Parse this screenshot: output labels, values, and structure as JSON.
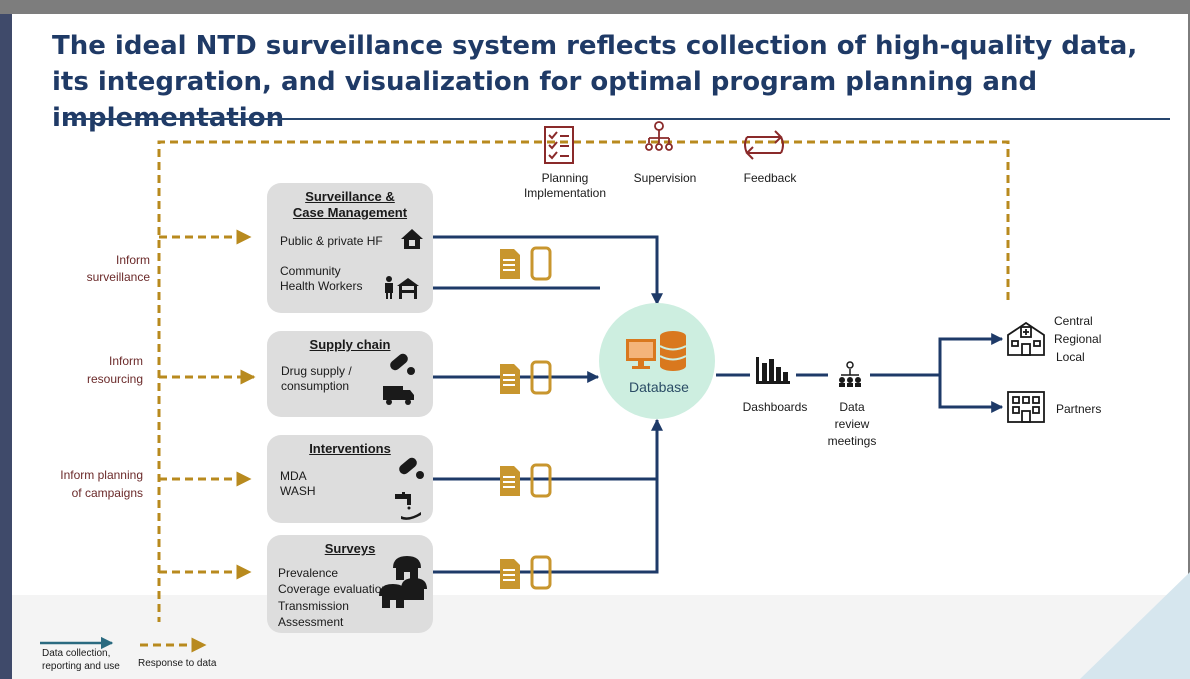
{
  "title": "The ideal NTD surveillance system reflects collection of high-quality data, its integration, and visualization for optimal program planning and implementation",
  "feedback_loop": {
    "planning_line1": "Planning",
    "planning_line2": "Implementation",
    "supervision": "Supervision",
    "feedback": "Feedback"
  },
  "inform": {
    "surveillance_line1": "Inform",
    "surveillance_line2": "surveillance",
    "resourcing_line1": "Inform",
    "resourcing_line2": "resourcing",
    "campaigns_line1": "Inform planning",
    "campaigns_line2": "of campaigns"
  },
  "boxes": {
    "surveillance": {
      "title_line1": "Surveillance &",
      "title_line2": "Case Management",
      "item1": "Public & private HF",
      "item2_line1": "Community",
      "item2_line2": "Health Workers"
    },
    "supply": {
      "title": "Supply chain",
      "item1_line1": "Drug supply /",
      "item1_line2": "consumption"
    },
    "interventions": {
      "title": "Interventions",
      "item1": "MDA",
      "item2": "WASH"
    },
    "surveys": {
      "title": "Surveys",
      "item1": "Prevalence",
      "item2": "Coverage evaluation",
      "item3": "Transmission",
      "item4": "Assessment"
    }
  },
  "database": "Database",
  "dashboards": "Dashboards",
  "data_review": {
    "line1": "Data",
    "line2": "review",
    "line3": "meetings"
  },
  "outputs": {
    "central": "Central",
    "regional": "Regional",
    "local": "Local",
    "partners": "Partners"
  },
  "legend": {
    "collection_line1": "Data collection,",
    "collection_line2": "reporting and use",
    "response": "Response to data"
  },
  "colors": {
    "navy": "#1e3a68",
    "gold": "#b88a1e",
    "maroon": "#8a2a2a",
    "orange": "#d9781e",
    "teal_circle": "#cdeee0",
    "title": "#1f3a66"
  }
}
